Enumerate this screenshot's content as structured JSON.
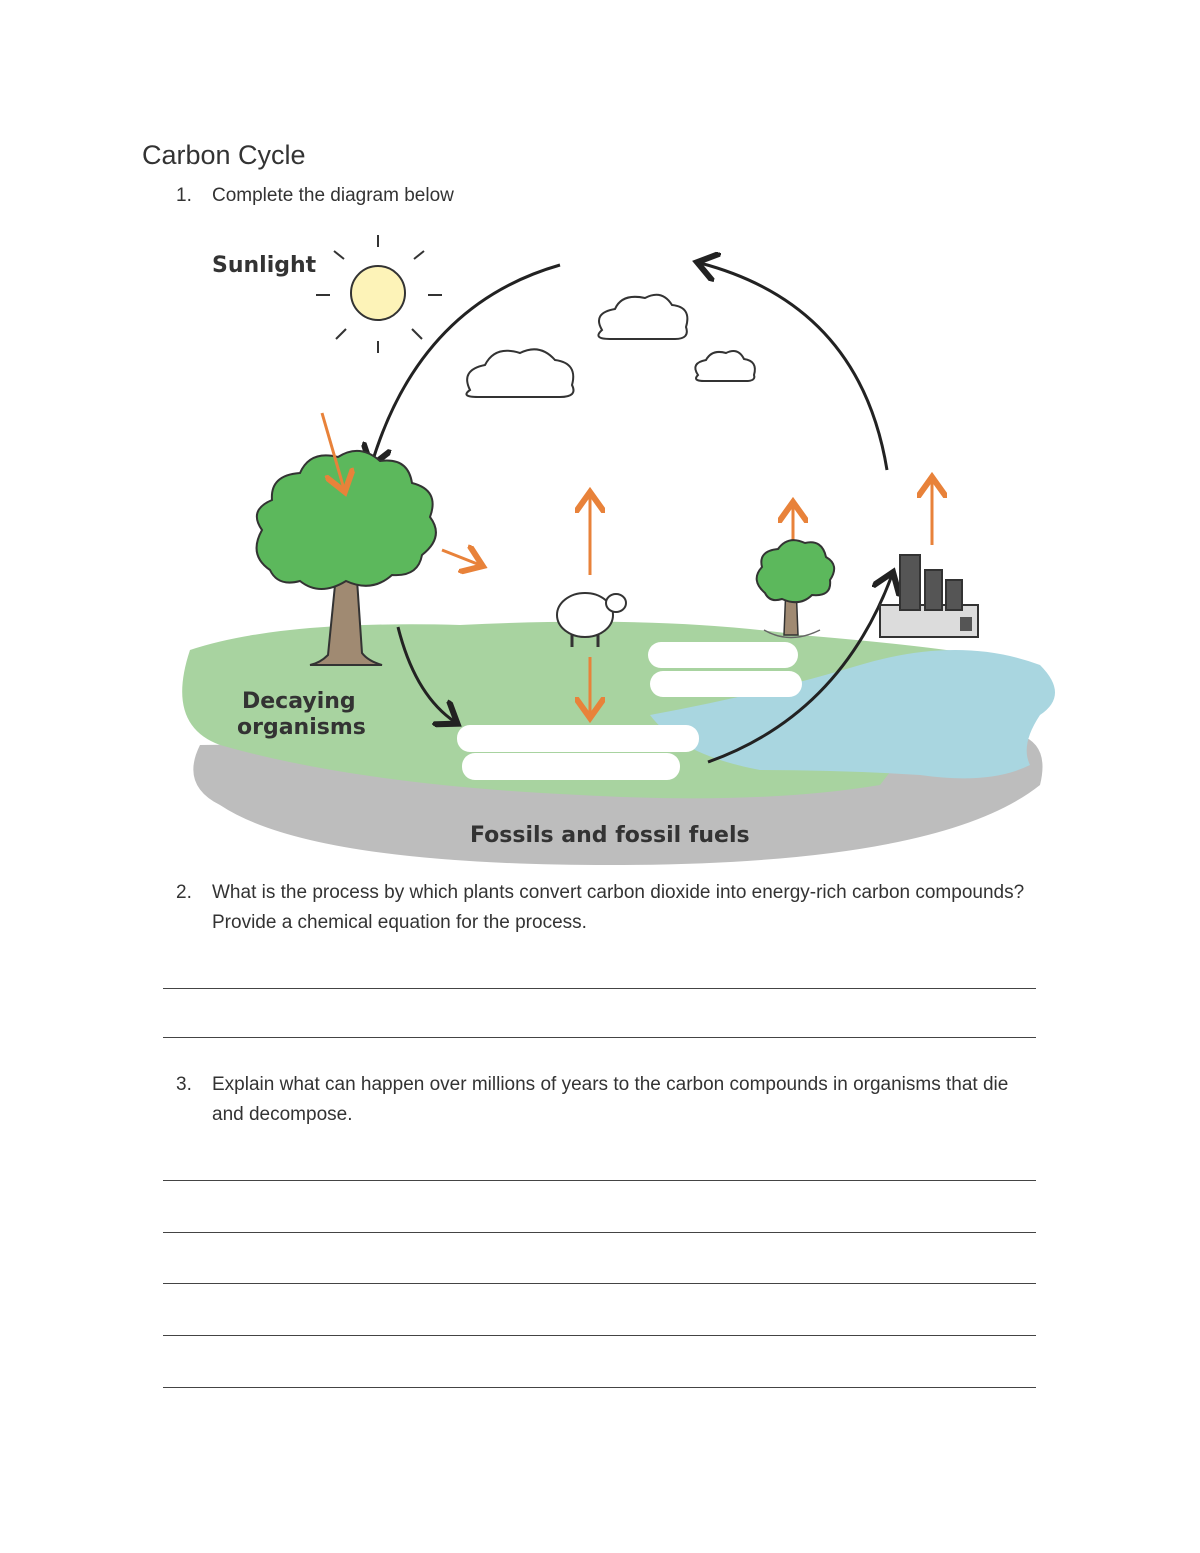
{
  "title": "Carbon Cycle",
  "questions": [
    {
      "number": "1.",
      "text": "Complete the diagram below"
    },
    {
      "number": "2.",
      "text": "What is the process by which plants convert carbon dioxide into energy-rich carbon compounds? Provide a chemical equation for the process."
    },
    {
      "number": "3.",
      "text": "Explain what can happen over millions of years to the carbon compounds in organisms that die and decompose."
    }
  ],
  "diagram": {
    "labels": {
      "sunlight": "Sunlight",
      "decaying_line1": "Decaying",
      "decaying_line2": "organisms",
      "fossils": "Fossils and fossil fuels"
    },
    "colors": {
      "grass": "#a8d3a0",
      "water": "#a9d6e0",
      "ground": "#bdbdbd",
      "tree": "#5cb85c",
      "trunk": "#a08a72",
      "orange_arrow": "#e8823a",
      "sun": "#fdf3b8"
    }
  }
}
